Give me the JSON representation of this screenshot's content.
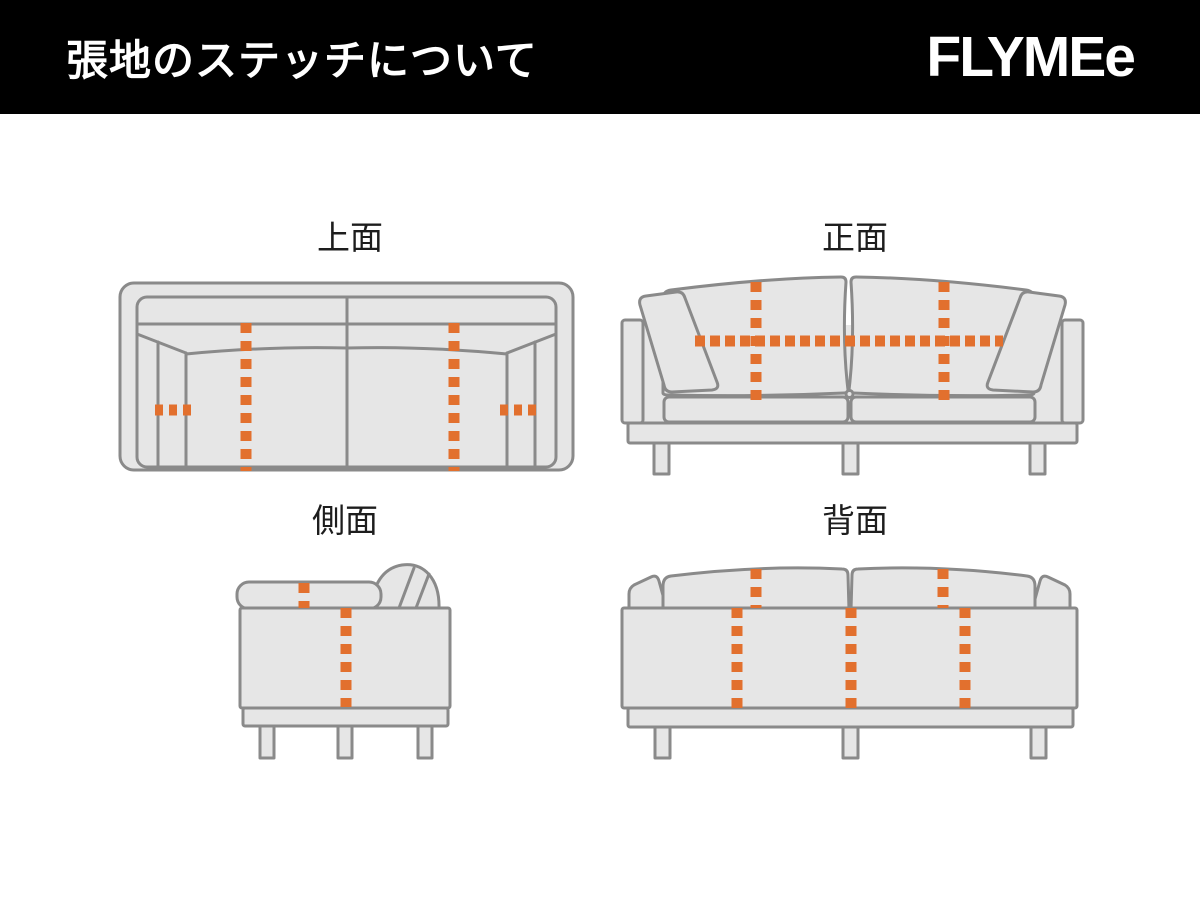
{
  "header": {
    "title": "張地のステッチについて",
    "logo_text": "FLYMEe"
  },
  "views": {
    "top": {
      "label": "上面"
    },
    "front": {
      "label": "正面"
    },
    "side": {
      "label": "側面"
    },
    "back": {
      "label": "背面"
    }
  },
  "colors": {
    "header_bg": "#000000",
    "header_text": "#ffffff",
    "background": "#ffffff",
    "stitch": "#e2702e",
    "outline": "#8a8a8a",
    "fill": "#e6e6e6",
    "label_text": "#1d1d1d"
  }
}
